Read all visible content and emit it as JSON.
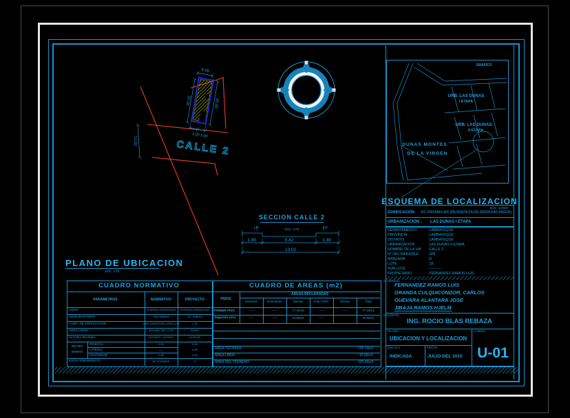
{
  "colors": {
    "cyan_line": "#1794cf",
    "cyan_text": "#1aa3de",
    "bright": "#25b4ef",
    "red": "#f23f1d",
    "lot_blue": "#2b2bff",
    "hatch_green": "#c9df2a",
    "white": "#e6e6e6"
  },
  "plano": {
    "title": "PLANO DE UBICACION",
    "scale": "ESC. 1/75"
  },
  "site": {
    "street": "CALLE 2",
    "dim_top": "6.00",
    "dim_left": "20.00",
    "dim_right": "20.00",
    "dim_b1": "3.00",
    "dim_b2": "3.00",
    "dim_street": "13.02"
  },
  "section": {
    "title": "SECCION CALLE 2",
    "scale": "ESC. 1/75",
    "lp": "LP",
    "d1": "1.80",
    "d2": "9.42",
    "d3": "1.80",
    "total": "13.02"
  },
  "esquema": {
    "title": "ESQUEMA DE LOCALIZACION",
    "scale": "ESC. 1/2500",
    "corner": "GRAFICO",
    "urb1a": "URB. LAS DUNAS",
    "urb1b": "I ETAPA",
    "urb2a": "URB. LAS DUNAS",
    "urb2b": "II ETAPA",
    "zona": "DUNAS MONTES",
    "zonb": "DE LA VIRGEN"
  },
  "info": {
    "zon_label": "ZONIFICACION",
    "zon_value": ":R3 UNIFAMILIAR (RESIDENCIA DE DENSIDAD MEDIA)",
    "urb_label": "URBANIZACION :",
    "urb_value": "LAS DUNAS I ETAPA",
    "rows": [
      {
        "label": "DEPARTAMENTO",
        "value": ":LAMBAYEQUE"
      },
      {
        "label": "PROVINCIA",
        "value": ":LAMBAYEQUE"
      },
      {
        "label": "DISTRITO",
        "value": ":LAMBAYEQUE"
      },
      {
        "label": "URBANIZACION",
        "value": ":LAS DUNAS II ETAPA"
      },
      {
        "label": "NOMBRE DE LA VIA",
        "value": ":CALLE 2"
      },
      {
        "label": "N° DEL INMUEBLE",
        "value": ":S/N"
      },
      {
        "label": "MANZANA",
        "value": ":D"
      },
      {
        "label": "LOTE",
        "value": ":18"
      },
      {
        "label": "SUB-LOTE",
        "value": ":----------"
      },
      {
        "label": "PROPIETARIO",
        "value": ":FERNANDEZ RAMOS LUIS"
      }
    ]
  },
  "titleblock": {
    "alumnos_label": "ALUMNOS:",
    "alumnos": [
      "FERNANDEZ RAMOS LUIS",
      "GRANDA CULQUICONDOR, CARLOS",
      "GUEVARA ALANTARA JOSE",
      "JIBAJA RAMOS HJELM"
    ],
    "docente_label": "DOCENTE:",
    "docente": "ING. ROCIO BLAS REBAZA",
    "plano_label": "PLANO:",
    "plano_value": "UBICACION Y LOCALIZACION",
    "lamina_label": "LAMINA",
    "lamina_value": "U-01",
    "escala_label": "ESCALA",
    "escala_value": "INDICADA",
    "fecha_label": "FECHA",
    "fecha_value": "JULIO DEL 2015"
  },
  "normativo": {
    "title": "CUADRO NORMATIVO",
    "h_param": "PARAMETROS",
    "h_norm": "NORMATIVO",
    "h_proy": "PROYECTO",
    "rows": [
      {
        "label": "USOS",
        "n": "VIVIENDA UNIFAMILIAR",
        "p": "VIVIENDA UNIFAMILIAR"
      },
      {
        "label": "DENSIDAD NETA",
        "n": "1300 HAB/HA",
        "p": "417 HAB/HA"
      },
      {
        "label": "COEF. DE EDIFICACION",
        "n": "AREA CONSTRUIDA / AREA LOTE",
        "p": "1.30"
      },
      {
        "label": "AREA LIBRE",
        "n": "30% MIN. DEL LOTE",
        "p": "35.55%"
      },
      {
        "label": "ALTURA MAXIMA",
        "n": "03 PISOS + AZOTEA",
        "p": "02 PISOS"
      }
    ],
    "retiro_label1": "RETIRO",
    "retiro_label2": "MINIMO",
    "retiro_rows": [
      {
        "label": "FRONTAL",
        "n": "3.00",
        "p": "3.00"
      },
      {
        "label": "LATERAL",
        "n": "----",
        "p": "0.80"
      },
      {
        "label": "POSTERIOR",
        "n": "0.80",
        "p": "4.00"
      }
    ],
    "estac": {
      "label": "ESTACIONAMIENTO",
      "n": "NO EXIGIBLE",
      "p": "0"
    }
  },
  "areas": {
    "title": "CUADRO DE AREAS (m2)",
    "h_pisos": "PISOS",
    "h_group": "AREAS DECLARADAS",
    "cols": [
      "Existente",
      "Demolición",
      "Nuevas",
      "Amp./ Rem.",
      "Parcial",
      "Total"
    ],
    "rows": [
      {
        "piso": "PRIMER PISO",
        "c0": "-----",
        "c1": "-----",
        "c2": "77.34m2",
        "c3": "-----",
        "c4": "-----",
        "c5": "77.34m2"
      },
      {
        "piso": "Segundo piso",
        "c0": "-----",
        "c1": "-----",
        "c2": "78.80m2",
        "c3": "-----",
        "c4": "",
        "c5": "78.80m2"
      }
    ],
    "footer": [
      {
        "label": "AREA TECHADA",
        "value": "156.14m2"
      },
      {
        "label": "AREA LIBRE",
        "value": "42.66m2"
      },
      {
        "label": "AREA DEL TERRENO",
        "value": "120.00m2"
      }
    ]
  }
}
